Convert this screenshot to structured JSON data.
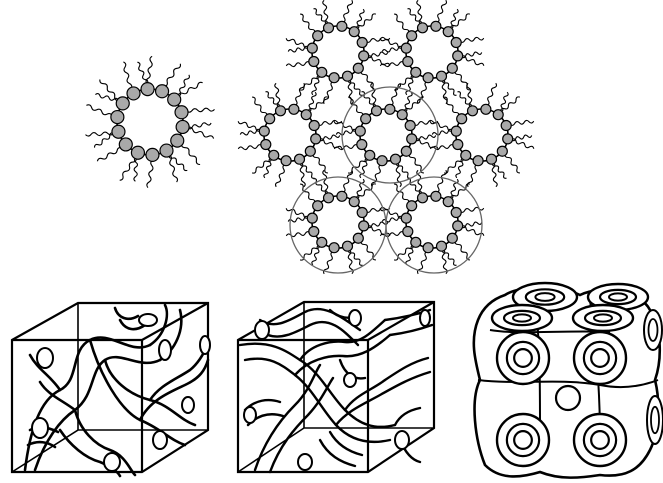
{
  "colors": {
    "background": "#ffffff",
    "line": "#000000",
    "bead_fill": "#a9a9a9",
    "circle_outline": "#666666",
    "node_fill": "#ffffff"
  },
  "figure": {
    "panels": [
      {
        "id": "single-micelle",
        "kind": "reverse micelle ring with beads and wavy tails"
      },
      {
        "id": "micelle-cluster",
        "kind": "hexagonally packed micelles, three highlighted by circles"
      },
      {
        "id": "bicontinuous-cube-1",
        "kind": "cube containing bicontinuous tubular network"
      },
      {
        "id": "bicontinuous-cube-2",
        "kind": "cube containing denser bicontinuous tubular network"
      },
      {
        "id": "cylinder-lattice",
        "kind": "cubic array of spherical/cylindrical nodes with concentric rings"
      }
    ]
  }
}
